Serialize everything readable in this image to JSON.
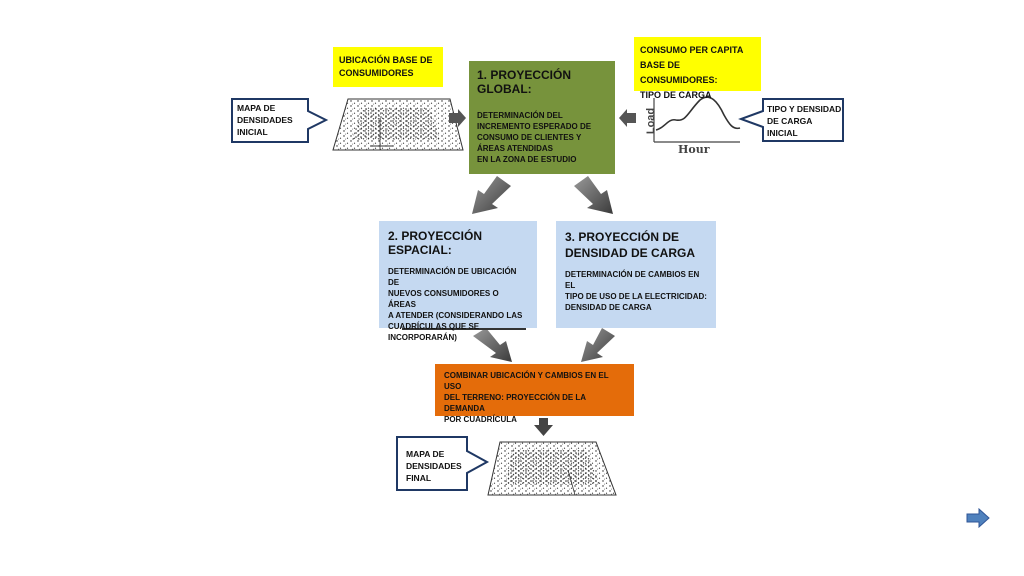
{
  "yellow_left": {
    "text": "UBICACIÓN  BASE DE\n  CONSUMIDORES"
  },
  "yellow_right": {
    "text": "CONSUMO PER CAPITA\nBASE DE CONSUMIDORES:\nTIPO DE CARGA"
  },
  "global": {
    "title": "1. PROYECCIÓN GLOBAL:",
    "body": "DETERMINACIÓN DEL\nINCREMENTO  ESPERADO DE\n CONSUMO DE CLIENTES Y\nÁREAS ATENDIDAS\nEN LA ZONA DE ESTUDIO"
  },
  "espacial": {
    "title": "2. PROYECCIÓN ESPACIAL:",
    "body": "DETERMINACIÓN DE UBICACIÓN DE\nNUEVOS CONSUMIDORES O ÁREAS\nA ATENDER (CONSIDERANDO  LAS\nCUADRÍCULAS QUE SE\nINCORPORARÁN)"
  },
  "densidad": {
    "title": "3. PROYECCIÓN DE\nDENSIDAD DE CARGA",
    "body": "DETERMINACIÓN DE CAMBIOS EN EL\nTIPO DE USO DE LA ELECTRICIDAD:\nDENSIDAD DE CARGA"
  },
  "combinar": {
    "body": "COMBINAR UBICACIÓN Y CAMBIOS EN EL USO\nDEL TERRENO: PROYECCIÓN DE LA DEMANDA\nPOR CUADRÍCULA"
  },
  "callouts": {
    "mapa_inicial": "MAPA DE\nDENSIDADES\nINICIAL",
    "tipo_carga": "TIPO Y DENSIDAD\nDE CARGA\nINICIAL",
    "mapa_final": "MAPA DE\nDENSIDADES\n FINAL"
  },
  "load_chart": {
    "ylabel": "Load",
    "xlabel": "Hour"
  },
  "colors": {
    "yellow": "#ffff00",
    "green": "#77933c",
    "light_blue": "#c5d9f1",
    "orange": "#e46c0a",
    "callout_border": "#1f3864",
    "nav_arrow": "#4f81bd"
  },
  "icons": {
    "next": "right-arrow-icon"
  }
}
